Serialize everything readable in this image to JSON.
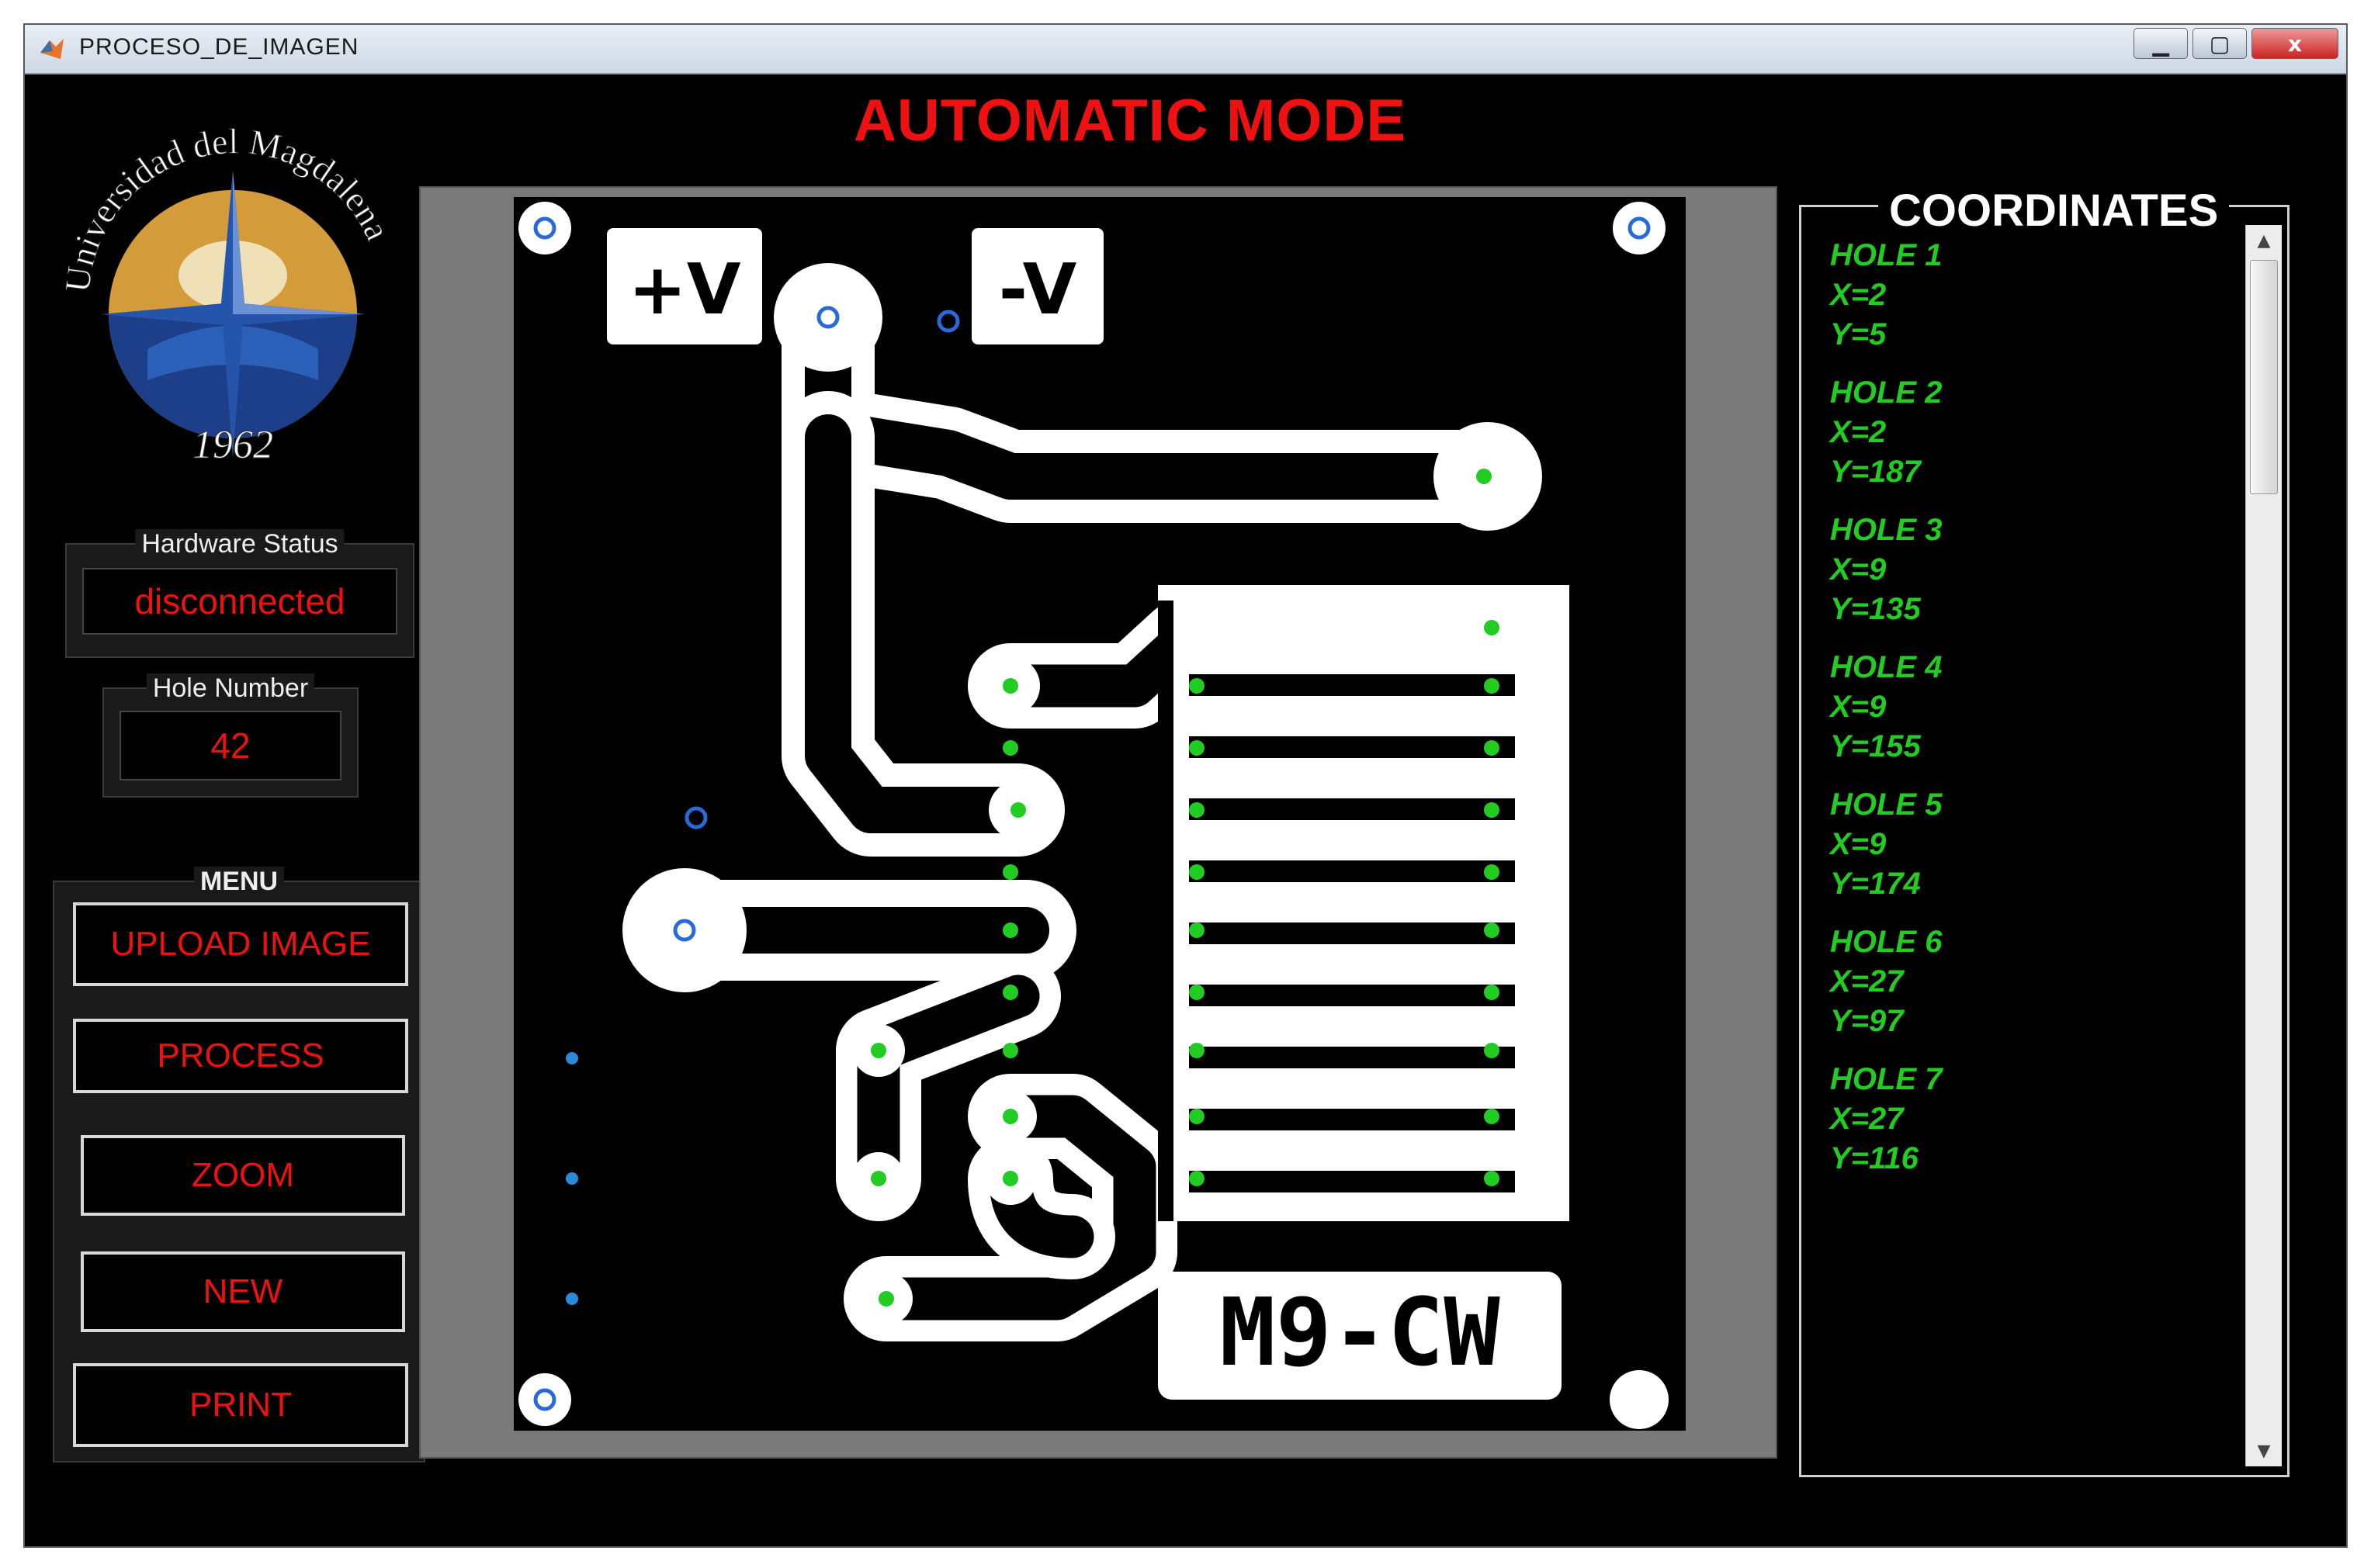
{
  "window": {
    "title": "PROCESO_DE_IMAGEN",
    "minimize_icon": "minimize-icon",
    "maximize_icon": "maximize-icon",
    "close_glyph": "x"
  },
  "mode_title": "AUTOMATIC MODE",
  "logo": {
    "text_arc": "Universidad del Magdalena",
    "year": "1962"
  },
  "hardware_status": {
    "label": "Hardware Status",
    "value": "disconnected"
  },
  "hole_number": {
    "label": "Hole Number",
    "value": "42"
  },
  "menu": {
    "label": "MENU",
    "buttons": [
      "UPLOAD IMAGE",
      "PROCESS",
      "ZOOM",
      "NEW",
      "PRINT"
    ]
  },
  "pcb": {
    "pad_labels": {
      "plus_v": "+V",
      "minus_v": "-V",
      "brand": "M9-CW"
    }
  },
  "coordinates": {
    "title": "COORDINATES",
    "holes": [
      {
        "name": "HOLE 1",
        "x": "X=2",
        "y": "Y=5"
      },
      {
        "name": "HOLE 2",
        "x": "X=2",
        "y": "Y=187"
      },
      {
        "name": "HOLE 3",
        "x": "X=9",
        "y": "Y=135"
      },
      {
        "name": "HOLE 4",
        "x": "X=9",
        "y": "Y=155"
      },
      {
        "name": "HOLE 5",
        "x": "X=9",
        "y": "Y=174"
      },
      {
        "name": "HOLE 6",
        "x": "X=27",
        "y": "Y=97"
      },
      {
        "name": "HOLE 7",
        "x": "X=27",
        "y": "Y=116"
      }
    ]
  },
  "colors": {
    "accent_red": "#ee1111",
    "coords_green": "#22cc22",
    "window_bg": "#000000",
    "panel_bg": "#1a1a1a"
  }
}
